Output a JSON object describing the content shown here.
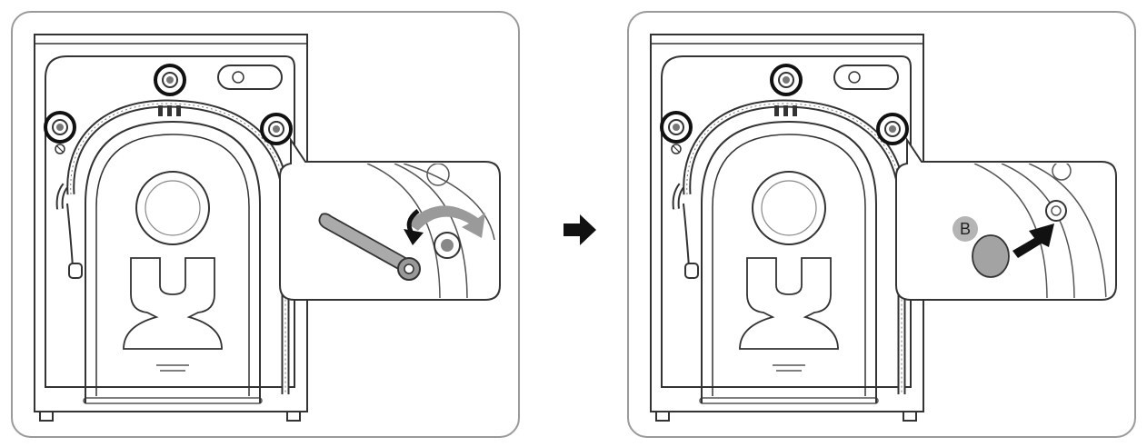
{
  "steps": [
    {
      "id": "step-1",
      "callout": "remove-bolts-with-spanner"
    },
    {
      "id": "step-2",
      "callout": "insert-cap-into-hole",
      "cap_label": "B"
    }
  ],
  "colors": {
    "line": "#333333",
    "light_line": "#8a8a8a",
    "panel_border": "#9a9a9a",
    "rotation_arrow": "#9a9a9a",
    "cap": "#a3a3a3",
    "badge": "#b5b5b5",
    "next_arrow": "#111111"
  },
  "icons": {
    "next": "arrow-right-icon",
    "rotate": "counterclockwise-rotation-icon",
    "insert": "insert-arrow-icon"
  }
}
